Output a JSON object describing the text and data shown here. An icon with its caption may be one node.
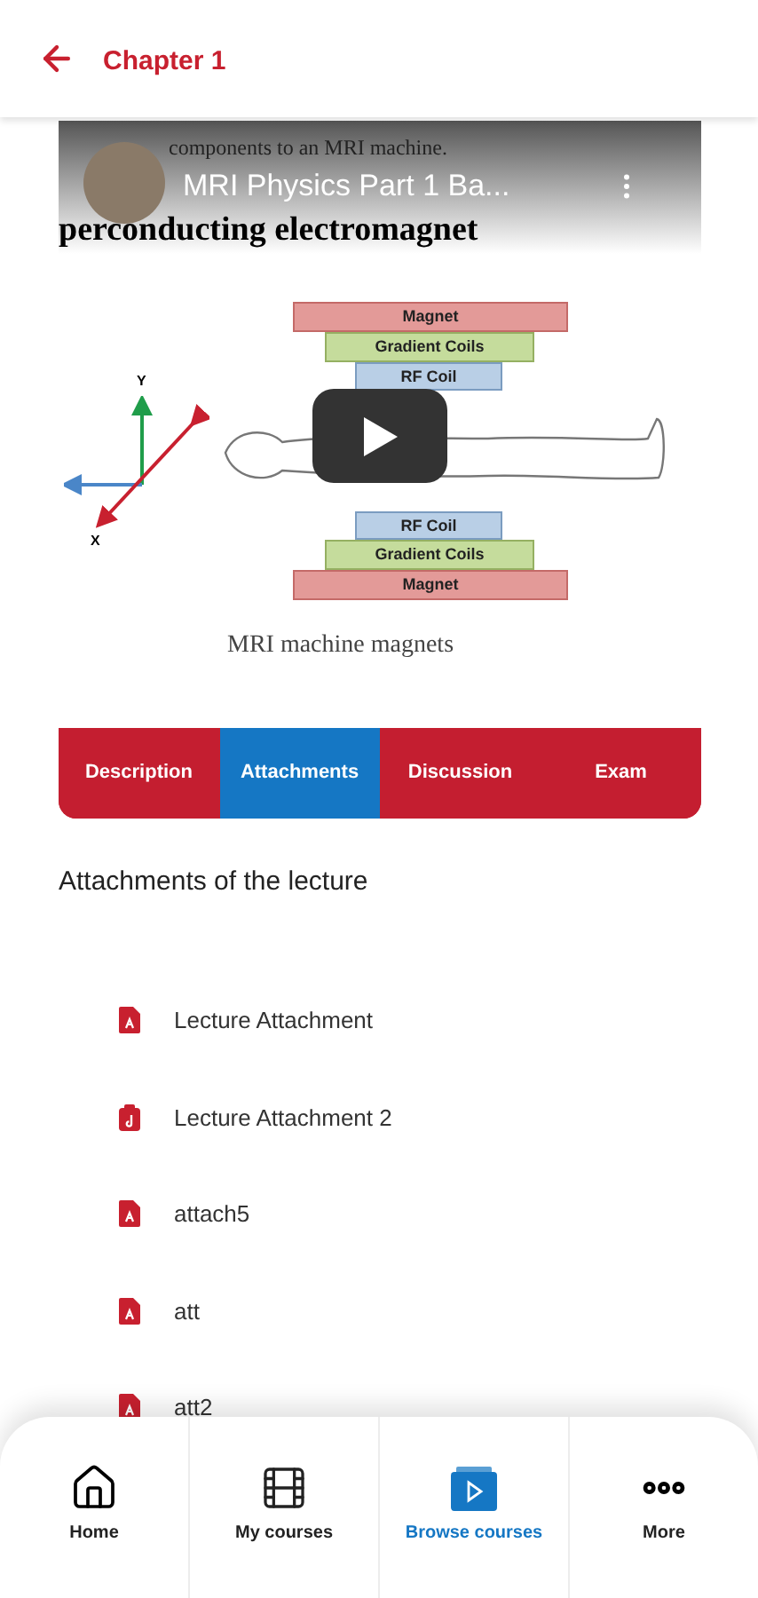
{
  "diagram": {
    "title": "Chapter 1",
    "nodes": [
      {
        "text": [
          "Magnet"
        ]
      },
      {
        "text": [
          "Gradient Coils"
        ]
      },
      {
        "text": [
          "RF Coil"
        ]
      },
      {
        "text": [
          "RF Coil"
        ]
      },
      {
        "text": [
          "Gradient Coils"
        ]
      },
      {
        "text": [
          "Magnet"
        ]
      }
    ],
    "labels": [
      "components to an MRI machine.",
      "MRI Physics Part 1 Ba...",
      "perconducting electromagnet",
      "Y",
      "X",
      "MRI machine magnets",
      "Description",
      "Attachments",
      "Discussion",
      "Exam",
      "Attachments of the lecture",
      "Lecture Attachment",
      "Lecture Attachment 2",
      "attach5",
      "att",
      "att2",
      "Home",
      "My courses",
      "Browse courses",
      "More"
    ]
  }
}
